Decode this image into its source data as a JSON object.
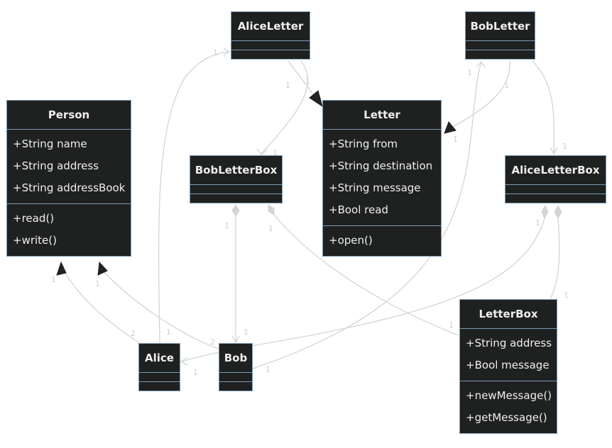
{
  "classes": {
    "alice_letter": {
      "name": "AliceLetter",
      "attributes": [],
      "methods": []
    },
    "bob_letter": {
      "name": "BobLetter",
      "attributes": [],
      "methods": []
    },
    "person": {
      "name": "Person",
      "attributes": [
        "+String name",
        "+String address",
        "+String addressBook"
      ],
      "methods": [
        "+read()",
        "+write()"
      ]
    },
    "letter": {
      "name": "Letter",
      "attributes": [
        "+String from",
        "+String destination",
        "+String message",
        "+Bool read"
      ],
      "methods": [
        "+open()"
      ]
    },
    "bob_letter_box": {
      "name": "BobLetterBox",
      "attributes": [],
      "methods": []
    },
    "alice_letter_box": {
      "name": "AliceLetterBox",
      "attributes": [],
      "methods": []
    },
    "letter_box": {
      "name": "LetterBox",
      "attributes": [
        "+String address",
        "+Bool message"
      ],
      "methods": [
        "+newMessage()",
        "+getMessage()"
      ]
    },
    "alice": {
      "name": "Alice",
      "attributes": [],
      "methods": []
    },
    "bob": {
      "name": "Bob",
      "attributes": [],
      "methods": []
    }
  },
  "multiplicities": [
    "1",
    "1",
    "1",
    "1",
    "1",
    "1",
    "1",
    "1",
    "1",
    "1",
    "1",
    "1",
    "1",
    "1",
    "1",
    "1",
    "2",
    "2",
    "1",
    "1",
    "1"
  ]
}
